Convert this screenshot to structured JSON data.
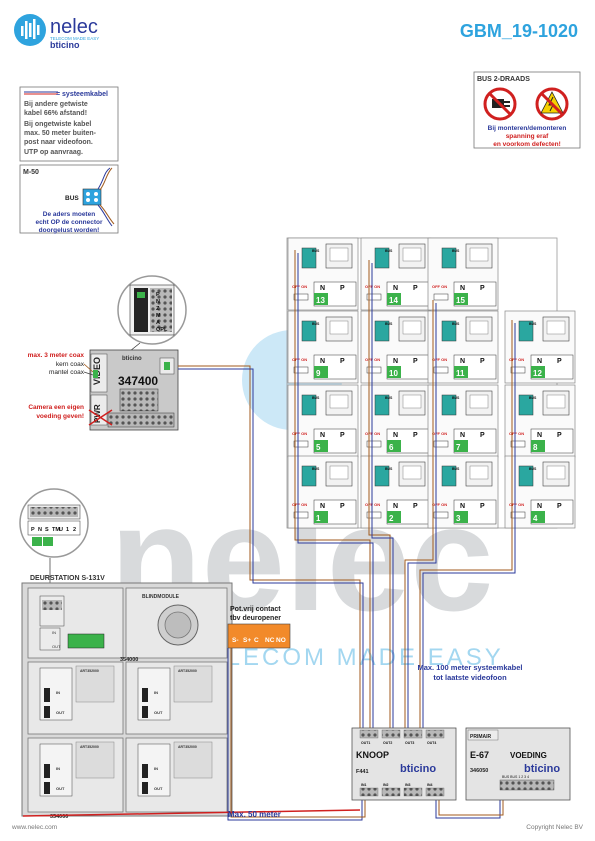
{
  "header": {
    "brand_name": "nelec",
    "brand_tagline": "TELECOM MADE EASY",
    "brand_partner": "bticino",
    "title": "GBM_19-1020"
  },
  "colors": {
    "title_blue": "#2ea3de",
    "note_blue": "#2b3a9b",
    "warning_red": "#d0201f",
    "bus_green": "#3bb24a",
    "terminal_teal": "#2aa7a0",
    "coax_brown": "#a15a1c",
    "watermark_blue": "#45aee2"
  },
  "legend_box": {
    "line1": "= systeemkabel",
    "line2": "Bij andere getwiste",
    "line3": "kabel 66% afstand!",
    "line4": "Bij ongetwiste kabel",
    "line5": "max. 50 meter buiten-",
    "line6": "post naar videofoon.",
    "line7": "UTP op aanvraag."
  },
  "m50_box": {
    "title": "M-50",
    "bus_label": "BUS",
    "note1": "De aders moeten",
    "note2": "echt OP de connector",
    "note3": "doorgelust worden!"
  },
  "warning_box": {
    "title": "BUS 2-DRAADS",
    "line1": "Bij monteren/demonteren",
    "line2": "spanning eraf",
    "line3": "en voorkom defecten!"
  },
  "camera_module": {
    "code": "347400",
    "brand": "bticino",
    "video_label": "VIDEO",
    "pwr_label": "PWR",
    "note_coax": "max. 3 meter coax",
    "kern": "kern coax",
    "mantel": "mantel coax",
    "note_power1": "Camera een eigen",
    "note_power2": "voeding geven!",
    "zoom_labels": [
      "P",
      "N",
      "Z",
      "M",
      "A",
      "OPL"
    ]
  },
  "door_station": {
    "title": "DEURSTATION S-131V",
    "blind_module": "BLINDMODULE",
    "module_code": "354000",
    "bottom_code": "354000",
    "art_label": "ART352000",
    "in_label": "IN",
    "out_label": "OUT",
    "zoom_labels": [
      "P",
      "N",
      "S",
      "TM",
      "U",
      "1",
      "2"
    ]
  },
  "relay_box": {
    "title1": "Pot.vrij contact",
    "title2": "tbv deuropener",
    "terminals": [
      "S-",
      "S+",
      "C",
      "NC",
      "NO"
    ]
  },
  "monitor_units": [
    {
      "number": "13",
      "off_on": "OFF ON",
      "n": "N",
      "p": "P",
      "bus": "BUS"
    },
    {
      "number": "14",
      "off_on": "OFF ON",
      "n": "N",
      "p": "P",
      "bus": "BUS"
    },
    {
      "number": "15",
      "off_on": "OFF ON",
      "n": "N",
      "p": "P",
      "bus": "BUS"
    },
    {
      "number": "9",
      "off_on": "OFF ON",
      "n": "N",
      "p": "P",
      "bus": "BUS"
    },
    {
      "number": "10",
      "off_on": "OFF ON",
      "n": "N",
      "p": "P",
      "bus": "BUS"
    },
    {
      "number": "11",
      "off_on": "OFF ON",
      "n": "N",
      "p": "P",
      "bus": "BUS"
    },
    {
      "number": "12",
      "off_on": "OFF ON",
      "n": "N",
      "p": "P",
      "bus": "BUS"
    },
    {
      "number": "5",
      "off_on": "OFF ON",
      "n": "N",
      "p": "P",
      "bus": "BUS"
    },
    {
      "number": "6",
      "off_on": "OFF ON",
      "n": "N",
      "p": "P",
      "bus": "BUS"
    },
    {
      "number": "7",
      "off_on": "OFF ON",
      "n": "N",
      "p": "P",
      "bus": "BUS"
    },
    {
      "number": "8",
      "off_on": "OFF ON",
      "n": "N",
      "p": "P",
      "bus": "BUS"
    },
    {
      "number": "1",
      "off_on": "OFF ON",
      "n": "N",
      "p": "P",
      "bus": "BUS"
    },
    {
      "number": "2",
      "off_on": "OFF ON",
      "n": "N",
      "p": "P",
      "bus": "BUS"
    },
    {
      "number": "3",
      "off_on": "OFF ON",
      "n": "N",
      "p": "P",
      "bus": "BUS"
    },
    {
      "number": "4",
      "off_on": "OFF ON",
      "n": "N",
      "p": "P",
      "bus": "BUS"
    }
  ],
  "knoop": {
    "title": "KNOOP",
    "code": "F441",
    "brand": "bticino",
    "outs": [
      "OUT1",
      "OUT2",
      "OUT3",
      "OUT4"
    ],
    "ins": [
      "IN1",
      "IN2",
      "IN3",
      "IN4"
    ]
  },
  "voeding": {
    "header": "PRIMAIR",
    "model": "E-67",
    "title": "VOEDING",
    "code": "346050",
    "brand": "bticino",
    "terminals": "BUS BUS 1 2 3 4"
  },
  "notes": {
    "max100_line1": "Max. 100 meter systeemkabel",
    "max100_line2": "tot laatste videofoon",
    "max50": "Max. 50 meter"
  },
  "watermark": {
    "word": "nelec",
    "tagline": "TELECOM MADE EASY"
  },
  "footer": {
    "url": "www.nelec.com",
    "copyright": "Copyright Nelec BV"
  }
}
